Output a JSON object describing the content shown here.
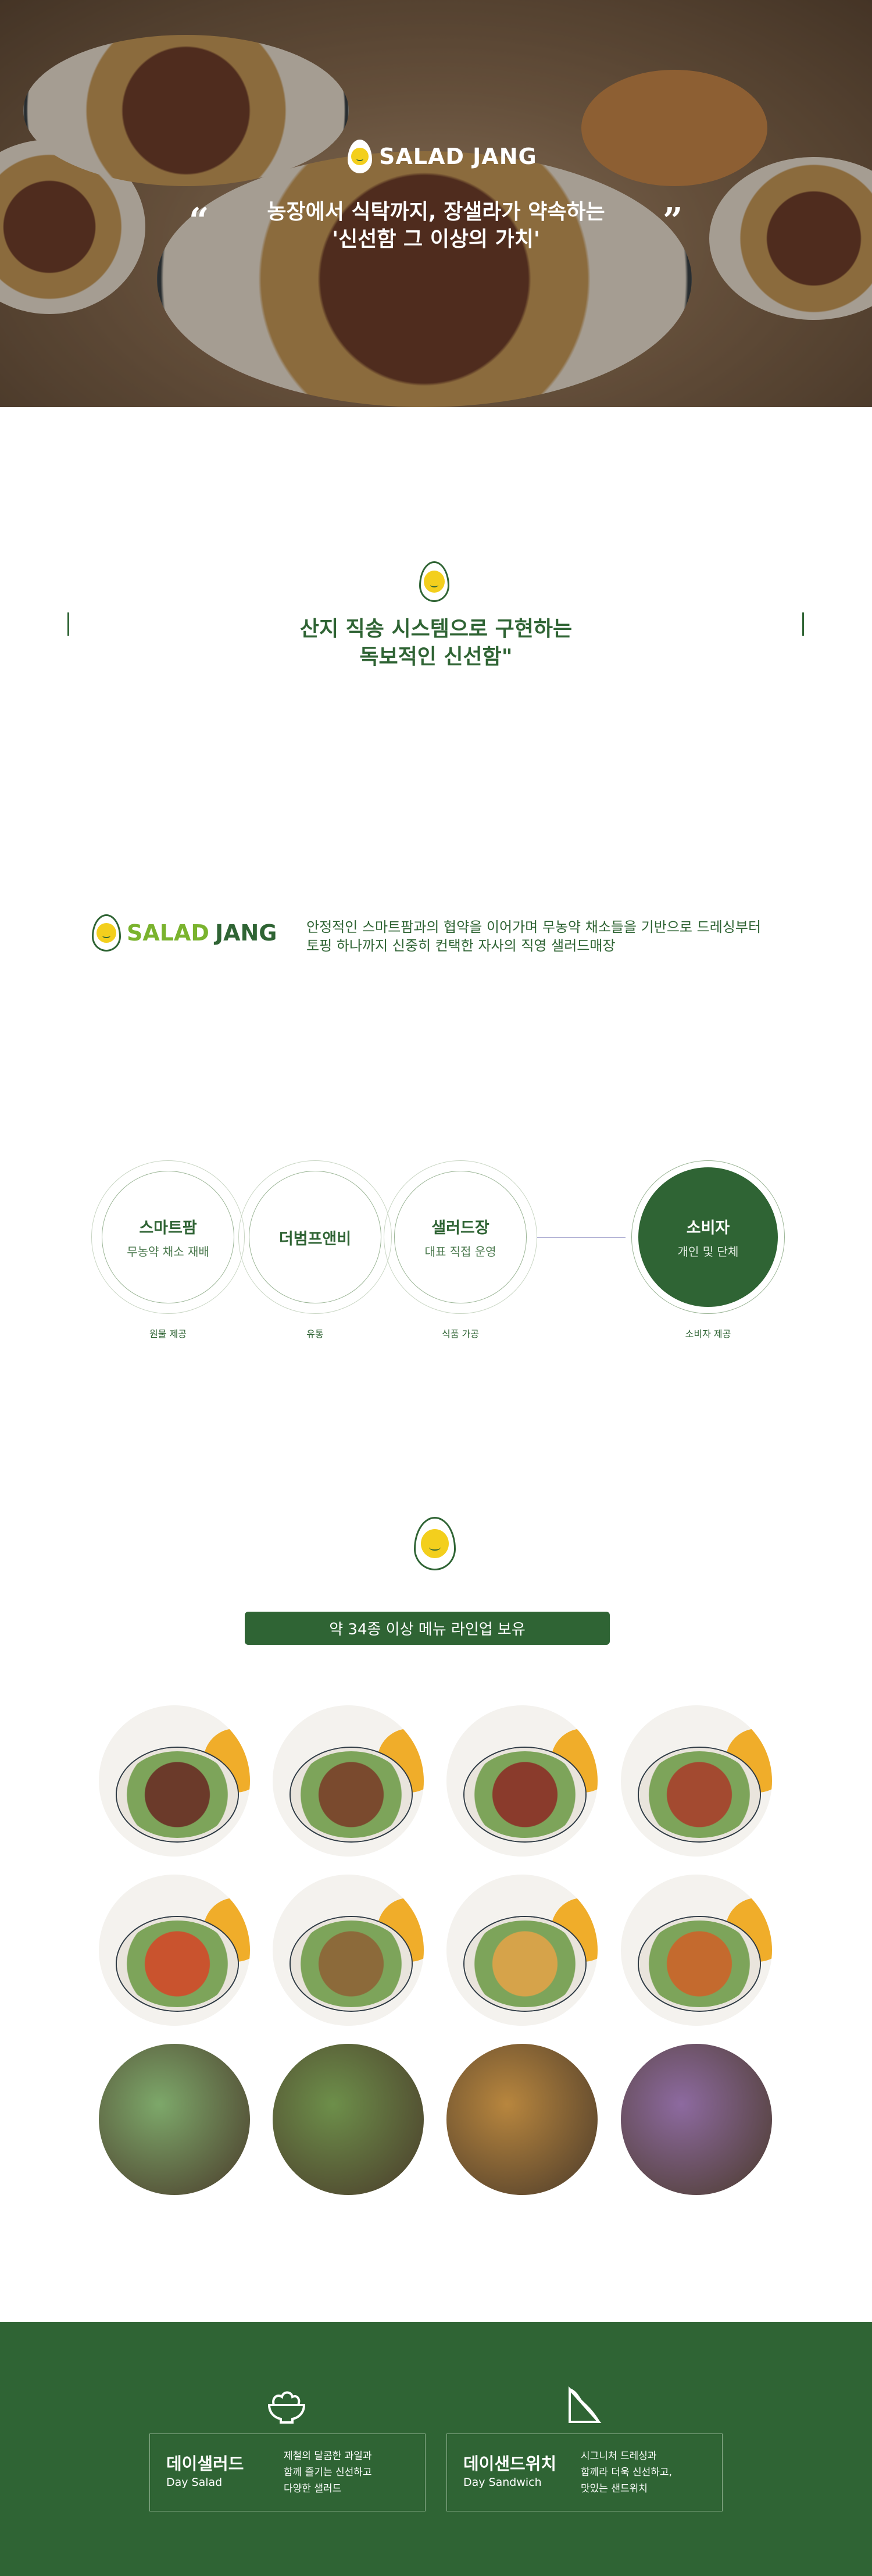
{
  "hero": {
    "brand": "SALAD JANG",
    "line1": "농장에서 식탁까지, 장샐라가 약속하는",
    "line2": "'신선함 그 이상의 가치'",
    "open_quote": "“",
    "close_quote": "”"
  },
  "intro": {
    "line1": "산지 직송 시스템으로 구현하는",
    "line2": "독보적인 신선함\""
  },
  "about": {
    "brand_a": "SALAD",
    "brand_b": "JANG",
    "desc1": "안정적인 스마트팜과의 협약을 이어가며 무농약 채소들을 기반으로 드레싱부터",
    "desc2": "토핑 하나까지 신중히 컨택한 자사의 직영 샐러드매장"
  },
  "flow": [
    {
      "title": "스마트팜",
      "sub": "무농약 채소 재배",
      "caption": "원물 제공"
    },
    {
      "title": "더범프앤비",
      "sub": "",
      "caption": "유통"
    },
    {
      "title": "샐러드장",
      "sub": "대표 직접 운영",
      "caption": "식품 가공"
    },
    {
      "title": "소비자",
      "sub": "개인 및 단체",
      "caption": "소비자 제공"
    }
  ],
  "menu": {
    "badge": "약 34종 이상 메뉴 라인업 보유"
  },
  "footer": {
    "cards": [
      {
        "icon": "salad-bowl-icon",
        "title": "데이샐러드",
        "en": "Day Salad",
        "desc": [
          "제철의 달콤한 과일과",
          "함께 즐기는 신선하고",
          "다양한 샐러드"
        ]
      },
      {
        "icon": "sandwich-icon",
        "title": "데이샌드위치",
        "en": "Day Sandwich",
        "desc": [
          "시그니처 드레싱과",
          "함께라 더욱 신선하고,",
          "맛있는 샌드위치"
        ]
      }
    ]
  },
  "colors": {
    "brand_green": "#2f6434",
    "light_green": "#7ab32e",
    "yolk": "#f3cf1d",
    "accent": "#f0ad2a"
  }
}
